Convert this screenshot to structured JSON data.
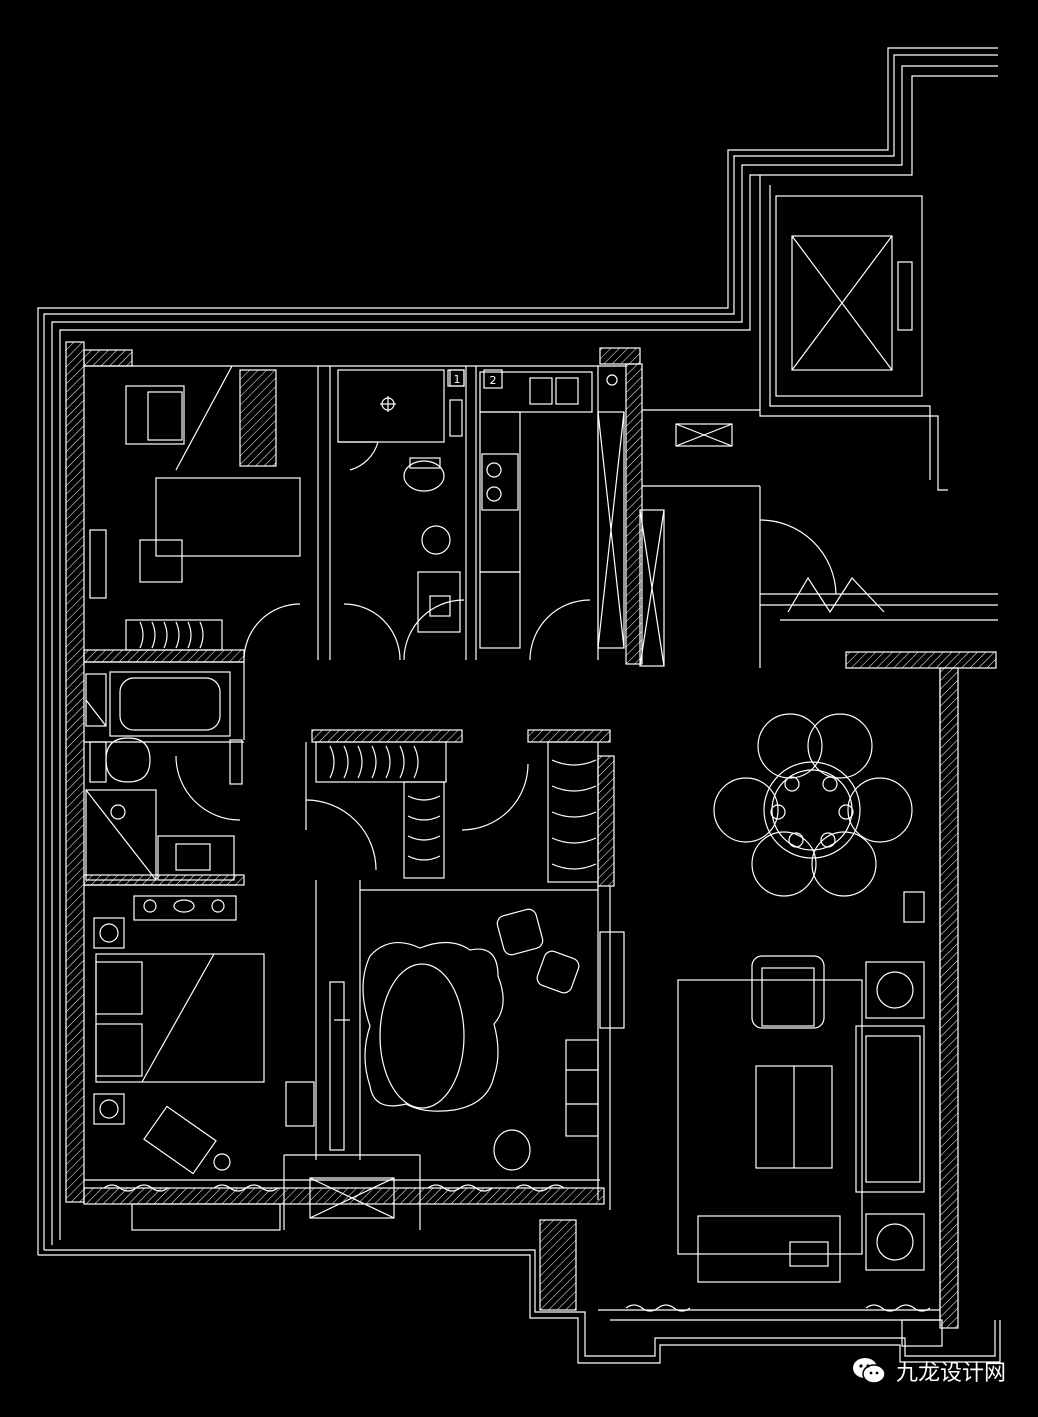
{
  "drawing": {
    "background": "#000000",
    "line_color": "#ffffff",
    "tags": {
      "panel_1": "1",
      "panel_2": "2"
    }
  },
  "watermark": {
    "text": "九龙设计网",
    "icon": "wechat-icon"
  }
}
